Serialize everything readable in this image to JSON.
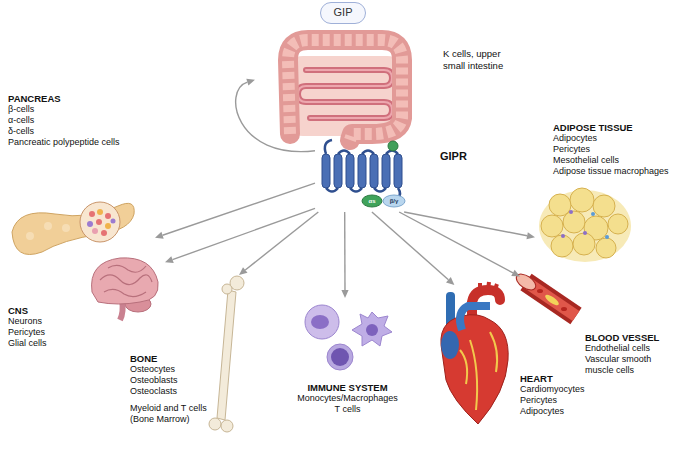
{
  "diagram": {
    "nodes": [
      {
        "text": [
          "GIP"
        ]
      },
      {
        "text": [
          "K cells, upper small intestine"
        ]
      },
      {
        "text": [
          "GIPR"
        ]
      },
      {
        "text": [
          "PANCREAS",
          "β-cells",
          "α-cells",
          "δ-cells",
          "Pancreatic polypeptide cells"
        ]
      },
      {
        "text": [
          "ADIPOSE TISSUE",
          "Adipocytes",
          "Pericytes",
          "Mesothelial cells",
          "Adipose tissue macrophages"
        ]
      },
      {
        "text": [
          "CNS",
          "Neurons",
          "Pericytes",
          "Glial cells"
        ]
      },
      {
        "text": [
          "BONE",
          "Osteocytes",
          "Osteoblasts",
          "Osteoclasts",
          "Myeloid and T cells (Bone Marrow)"
        ]
      },
      {
        "text": [
          "IMMUNE SYSTEM",
          "Monocytes/Macrophages",
          "T cells"
        ]
      },
      {
        "text": [
          "HEART",
          "Cardiomyocytes",
          "Pericytes",
          "Adipocytes"
        ]
      },
      {
        "text": [
          "BLOOD VESSEL",
          "Endothelial cells",
          "Vascular smooth muscle cells"
        ]
      }
    ],
    "edges": [
      {
        "from": 2,
        "to": 1,
        "arrow": "to"
      },
      {
        "from": 2,
        "to": 3,
        "arrow": "to"
      },
      {
        "from": 2,
        "to": 4,
        "arrow": "to"
      },
      {
        "from": 2,
        "to": 5,
        "arrow": "to"
      },
      {
        "from": 2,
        "to": 6,
        "arrow": "to"
      },
      {
        "from": 2,
        "to": 7,
        "arrow": "to"
      },
      {
        "from": 2,
        "to": 8,
        "arrow": "to"
      },
      {
        "from": 2,
        "to": 9,
        "arrow": "to"
      }
    ],
    "labels": [
      "αs",
      "β/γ"
    ]
  }
}
